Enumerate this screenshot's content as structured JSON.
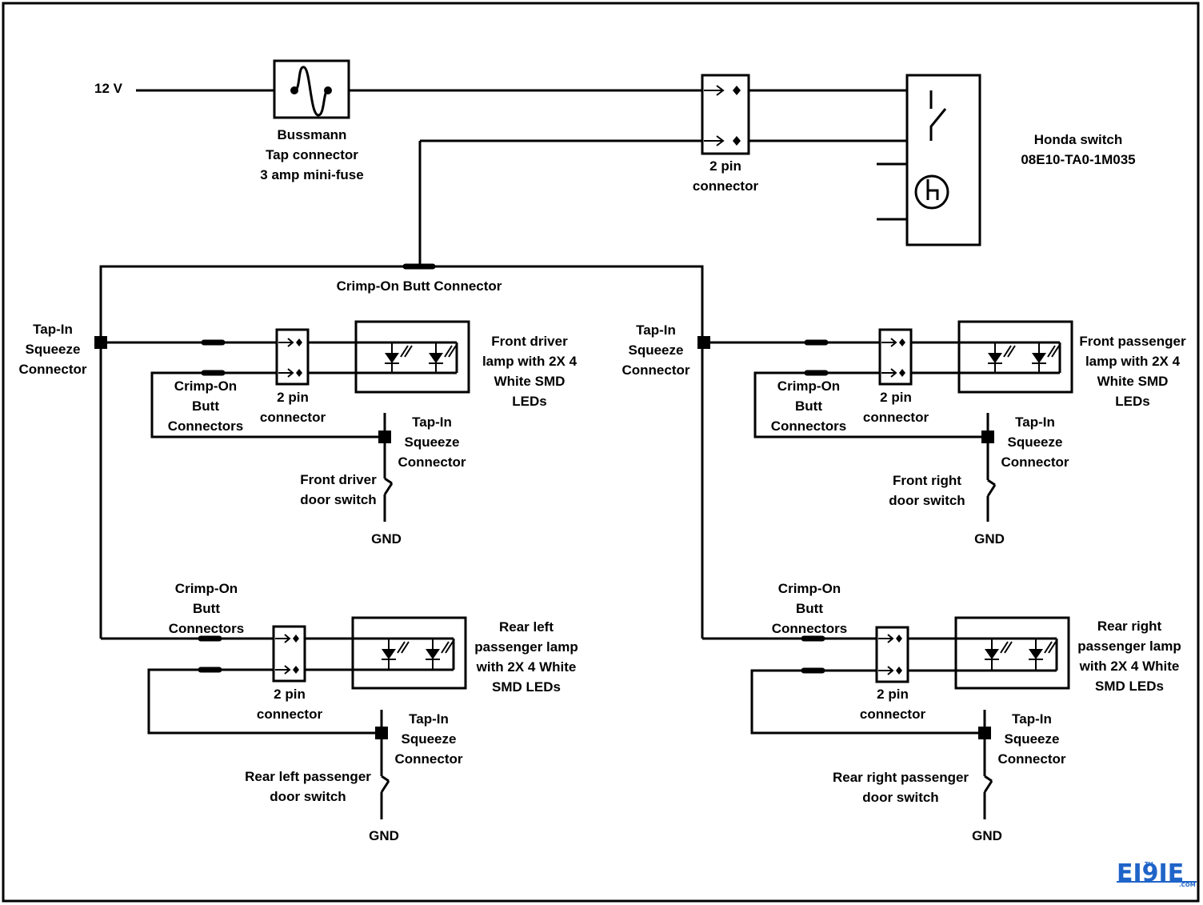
{
  "source": {
    "label": "12 V"
  },
  "fuse": {
    "lines": [
      "Bussmann",
      "Tap connector",
      "3 amp  mini-fuse"
    ]
  },
  "main_connector": {
    "lines": [
      "2 pin",
      "connector"
    ]
  },
  "honda_switch": {
    "lines": [
      "Honda switch",
      "08E10-TA0-1M035"
    ]
  },
  "butt_main": {
    "label": "Crimp-On Butt Connector"
  },
  "left_tap": {
    "lines": [
      "Tap-In",
      "Squeeze",
      "Connector"
    ]
  },
  "right_tap": {
    "lines": [
      "Tap-In",
      "Squeeze",
      "Connector"
    ]
  },
  "circuits": [
    {
      "id": "front-driver",
      "butt_lines": [
        "Crimp-On",
        "Butt",
        "Connectors"
      ],
      "connector_lines": [
        "2 pin",
        "connector"
      ],
      "lamp_lines": [
        "Front driver",
        "lamp with 2X 4",
        "White SMD",
        "LEDs"
      ],
      "tap_lines": [
        "Tap-In",
        "Squeeze",
        "Connector"
      ],
      "switch_lines": [
        "Front driver",
        "door switch"
      ],
      "gnd": "GND"
    },
    {
      "id": "front-passenger",
      "butt_lines": [
        "Crimp-On",
        "Butt",
        "Connectors"
      ],
      "connector_lines": [
        "2 pin",
        "connector"
      ],
      "lamp_lines": [
        "Front passenger",
        "lamp with 2X 4",
        "White SMD",
        "LEDs"
      ],
      "tap_lines": [
        "Tap-In",
        "Squeeze",
        "Connector"
      ],
      "switch_lines": [
        "Front  right",
        "door switch"
      ],
      "gnd": "GND"
    },
    {
      "id": "rear-left",
      "butt_lines": [
        "Crimp-On",
        "Butt",
        "Connectors"
      ],
      "connector_lines": [
        "2 pin",
        "connector"
      ],
      "lamp_lines": [
        "Rear left",
        "passenger lamp",
        "with 2X 4 White",
        "SMD LEDs"
      ],
      "tap_lines": [
        "Tap-In",
        "Squeeze",
        "Connector"
      ],
      "switch_lines": [
        "Rear left passenger",
        "door switch"
      ],
      "gnd": "GND"
    },
    {
      "id": "rear-right",
      "butt_lines": [
        "Crimp-On",
        "Butt",
        "Connectors"
      ],
      "connector_lines": [
        "2 pin",
        "connector"
      ],
      "lamp_lines": [
        "Rear right",
        "passenger lamp",
        "with 2X 4 White",
        "SMD LEDs"
      ],
      "tap_lines": [
        "Tap-In",
        "Squeeze",
        "Connector"
      ],
      "switch_lines": [
        "Rear right passenger",
        "door switch"
      ],
      "gnd": "GND"
    }
  ],
  "logo": {
    "text": "EI9IE",
    "small": "TH",
    "suffix": ".COM"
  }
}
